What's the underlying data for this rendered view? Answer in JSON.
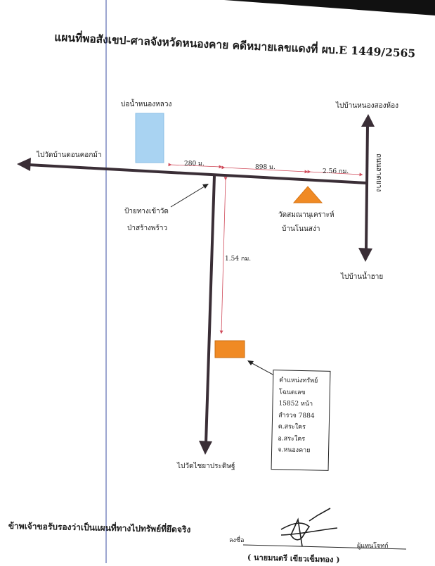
{
  "title": "แผนที่พอสังเขป-ศาลจังหวัดหนองคาย คดีหมายเลขแดงที่ ผบ.E 1449/2565",
  "places": {
    "pond": "บ่อน้ำหนองหลวง",
    "to_west": "ไปวัดบ้านดอนคอกม้า",
    "to_north": "ไปบ้านหนองสองห้อง",
    "to_south_east": "ไปบ้านน้ำฮาย",
    "to_south": "ไปวัดไชยาประดิษฐ์",
    "entrance_line1": "ป้ายทางเข้าวัด",
    "entrance_line2": "ป่าสร้างพร้าว",
    "temple_line1": "วัดสมณานุเคราะห์",
    "temple_line2": "บ้านโนนสง่า",
    "road_name": "ถนนลาดยาง"
  },
  "distances": {
    "seg1": "280 ม.",
    "seg2": "898 ม.",
    "seg3": "2.56 กม.",
    "south": "1.54 กม."
  },
  "property": {
    "lines": [
      "ตำแหน่งทรัพย์",
      "โฉนดเลข",
      "15852 หน้า",
      "สำรวจ 7884",
      "ต.สระใคร",
      "อ.สระใคร",
      "จ.หนองคาย"
    ]
  },
  "footer": {
    "certify": "ข้าพเจ้าขอรับรองว่าเป็นแผนที่ทางไปทรัพย์ที่ยึดจริง",
    "sign_label": "ลงชื่อ",
    "role": "ผู้แทนโจทก์",
    "signer": "( นายมนตรี เขียวเข็มทอง )"
  },
  "colors": {
    "road": "#3a2e36",
    "distance_marker": "#d04a5a",
    "pond_fill": "#a9d3f2",
    "temple_fill": "#f08a24",
    "property_fill": "#f08a24"
  }
}
